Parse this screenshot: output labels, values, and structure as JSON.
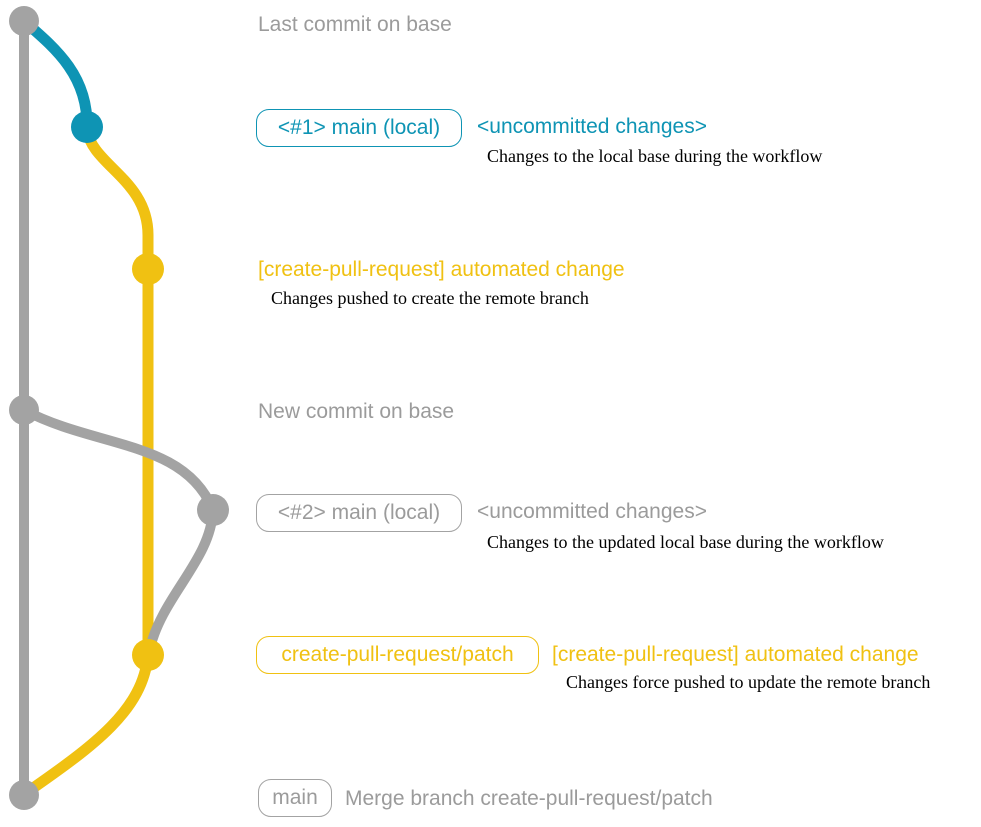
{
  "colors": {
    "background": "#ffffff",
    "gray": "#a3a3a3",
    "gray-text": "#9b9b9b",
    "blue": "#0e94b4",
    "yellow": "#f0c112",
    "black": "#000000"
  },
  "graph": {
    "branches": [
      {
        "name": "base",
        "color_key": "gray"
      },
      {
        "name": "main-local",
        "color_key": "blue"
      },
      {
        "name": "create-pull-request-patch",
        "color_key": "yellow"
      }
    ],
    "commits": [
      {
        "id": "base-last-commit",
        "branch": "base",
        "color_key": "gray"
      },
      {
        "id": "local-uncommitted-1",
        "branch": "main-local",
        "color_key": "blue"
      },
      {
        "id": "remote-automated-1",
        "branch": "create-pull-request-patch",
        "color_key": "yellow"
      },
      {
        "id": "base-new-commit",
        "branch": "base",
        "color_key": "gray"
      },
      {
        "id": "local-uncommitted-2",
        "branch": "main-local",
        "color_key": "gray"
      },
      {
        "id": "remote-automated-2",
        "branch": "create-pull-request-patch",
        "color_key": "yellow"
      },
      {
        "id": "merge-commit",
        "branch": "base",
        "color_key": "gray"
      }
    ]
  },
  "sections": {
    "last_commit": {
      "title": "Last commit on base"
    },
    "state1": {
      "badge": "<#1> main (local)",
      "status": "<uncommitted changes>",
      "description": "Changes to the local base during the workflow"
    },
    "push1": {
      "title": "[create-pull-request] automated change",
      "description": "Changes pushed to create the remote branch"
    },
    "new_commit": {
      "title": "New commit on base"
    },
    "state2": {
      "badge": "<#2> main (local)",
      "status": "<uncommitted changes>",
      "description": "Changes to the updated local base during the workflow"
    },
    "push2": {
      "badge": "create-pull-request/patch",
      "title": "[create-pull-request] automated change",
      "description": "Changes force pushed to update the remote branch"
    },
    "merge": {
      "badge": "main",
      "title": "Merge branch create-pull-request/patch"
    }
  }
}
